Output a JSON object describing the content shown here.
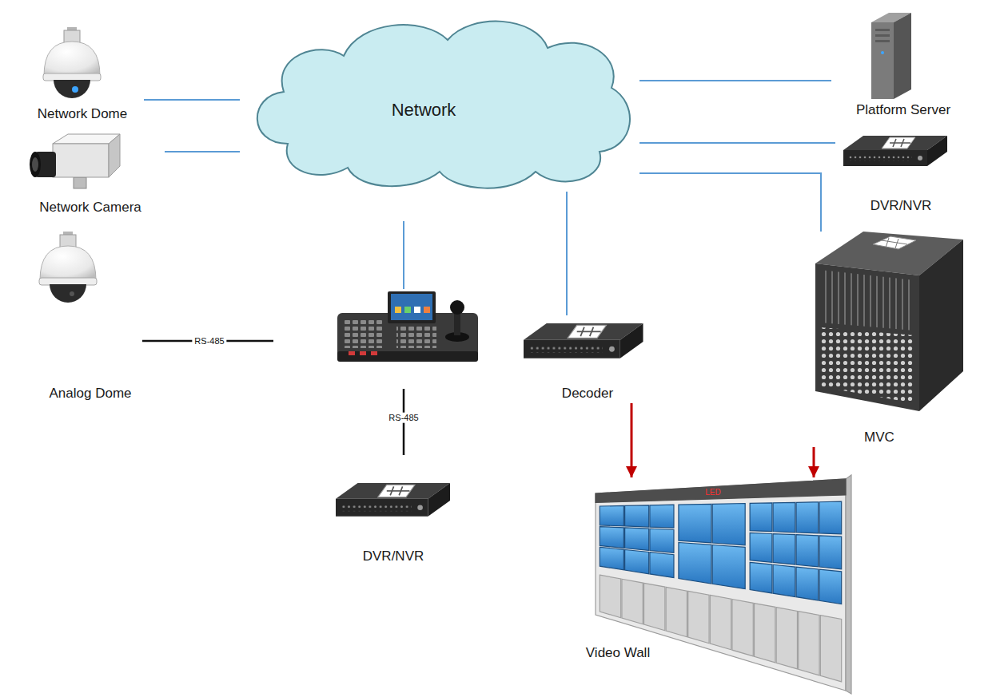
{
  "diagram": {
    "nodes": [
      {
        "text": [
          "Network"
        ]
      },
      {
        "text": [
          "Network Dome"
        ]
      },
      {
        "text": [
          "Network Camera"
        ]
      },
      {
        "text": [
          "Platform Server"
        ]
      },
      {
        "text": [
          "DVR/NVR"
        ]
      },
      {
        "text": [
          "Analog Dome"
        ]
      },
      {
        "text": [
          "Decoder"
        ]
      },
      {
        "text": [
          "MVC"
        ]
      },
      {
        "text": [
          "DVR/NVR"
        ]
      },
      {
        "text": [
          "Video Wall"
        ]
      }
    ],
    "edges": [
      {
        "from": 1,
        "to": 0,
        "arrow": "none"
      },
      {
        "from": 2,
        "to": 0,
        "arrow": "none"
      },
      {
        "from": 0,
        "to": 3,
        "arrow": "none"
      },
      {
        "from": 0,
        "to": 4,
        "arrow": "none"
      },
      {
        "from": 0,
        "to": 7,
        "arrow": "none"
      },
      {
        "from": 0,
        "to": 6,
        "arrow": "none"
      },
      {
        "from": 6,
        "to": 9,
        "arrow": "to"
      },
      {
        "from": 7,
        "to": 9,
        "arrow": "to"
      }
    ],
    "labels": [
      "RS-485",
      "RS-485",
      "LED"
    ]
  }
}
